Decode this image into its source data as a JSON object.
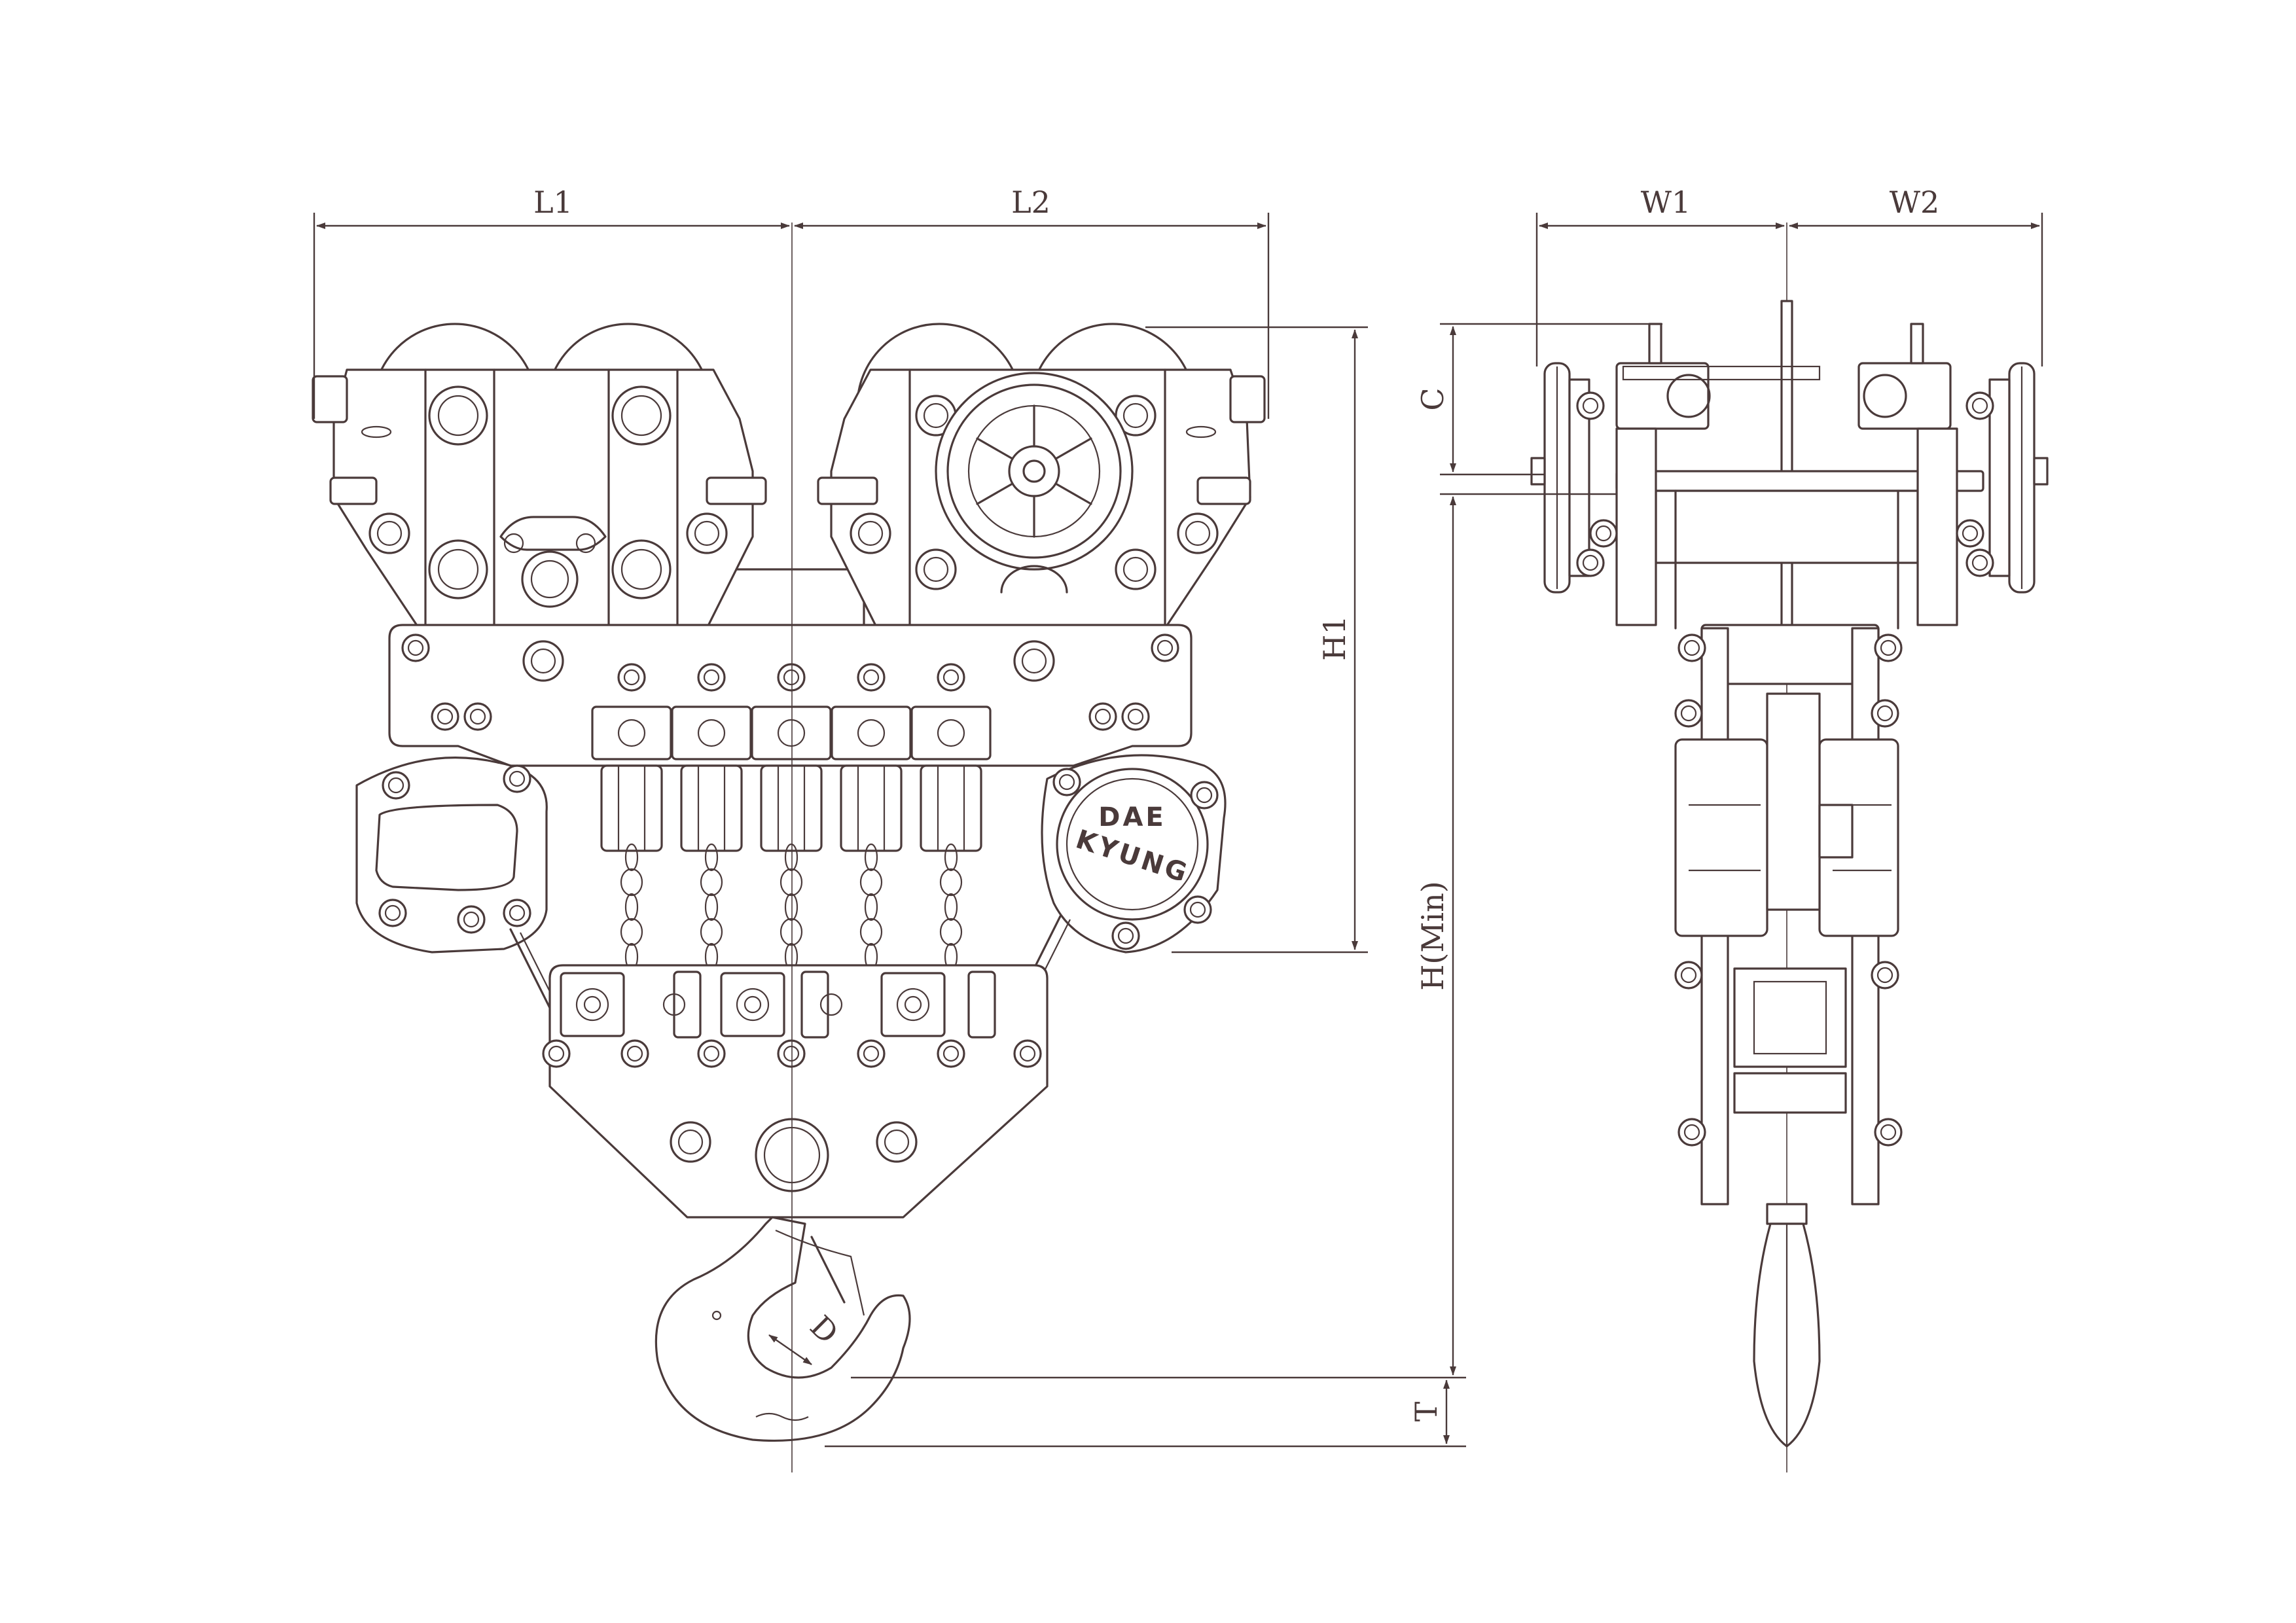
{
  "dimensions": {
    "L1": "L1",
    "L2": "L2",
    "W1": "W1",
    "W2": "W2",
    "C": "C",
    "H1": "H1",
    "H": "H(Min)",
    "T": "T",
    "D": "D"
  },
  "branding": {
    "line1": "DAE",
    "line2": "KYUNG"
  },
  "colors": {
    "line": "#4a3a3a",
    "background": "#ffffff"
  }
}
